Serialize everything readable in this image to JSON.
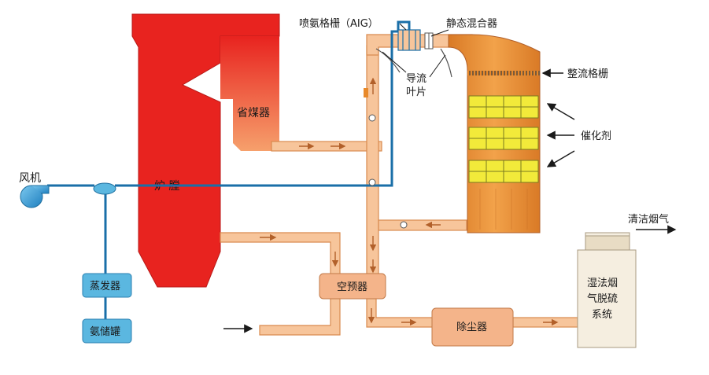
{
  "labels": {
    "aig": "喷氨格栅（AIG）",
    "static_mixer": "静态混合器",
    "flow_straightener": "整流格栅",
    "guide_vane_line1": "导流",
    "guide_vane_line2": "叶片",
    "catalyst": "催化剂",
    "economizer": "省煤器",
    "furnace": "炉 膛",
    "fan": "风机",
    "evaporator": "蒸发器",
    "ammonia_tank": "氨储罐",
    "air_preheater": "空预器",
    "dust_collector": "除尘器",
    "wfgd_line1": "湿法烟",
    "wfgd_line2": "气脱硫",
    "wfgd_line3": "系统",
    "clean_flue_gas": "清洁烟气"
  },
  "colors": {
    "furnace_red": "#e8231f",
    "duct_fill": "#f7c59b",
    "duct_edge": "#d98b4f",
    "reactor_orange": "#e8892a",
    "catalyst_yellow": "#f2ea3a",
    "ammonia_blue": "#1a6fa8",
    "light_blue_box": "#5bb7e0",
    "salmon_box": "#f4b48a",
    "wfgd_box": "#f5eee0",
    "arrow": "#1a1a1a"
  }
}
